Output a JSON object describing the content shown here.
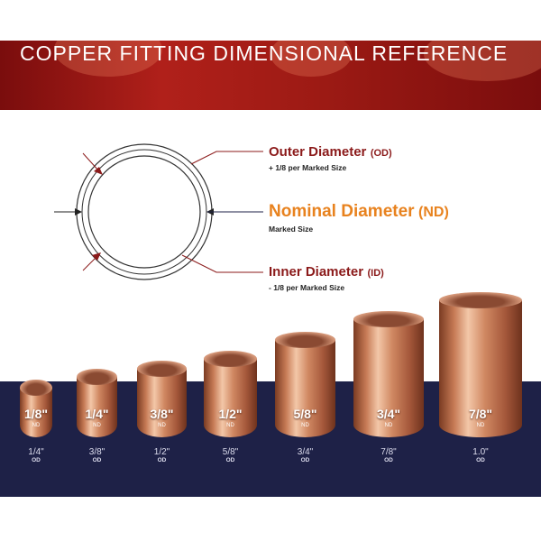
{
  "title": "COPPER FITTING DIMENSIONAL REFERENCE",
  "legend": [
    {
      "name": "Outer Diameter",
      "abbr": "(OD)",
      "note": "+ 1/8 per Marked Size",
      "color": "#8b1a1a"
    },
    {
      "name": "Nominal Diameter",
      "abbr": "(ND)",
      "note": "Marked Size",
      "color": "#e8821e"
    },
    {
      "name": "Inner Diameter",
      "abbr": "(ID)",
      "note": "- 1/8 per Marked Size",
      "color": "#8b1a1a"
    }
  ],
  "fittings": [
    {
      "nd": "1/8\"",
      "od": "1/4\""
    },
    {
      "nd": "1/4\"",
      "od": "3/8\""
    },
    {
      "nd": "3/8\"",
      "od": "1/2\""
    },
    {
      "nd": "1/2\"",
      "od": "5/8\""
    },
    {
      "nd": "5/8\"",
      "od": "3/4\""
    },
    {
      "nd": "3/4\"",
      "od": "7/8\""
    },
    {
      "nd": "7/8\"",
      "od": "1.0\""
    }
  ],
  "nd_label": "ND",
  "od_label": "OD"
}
